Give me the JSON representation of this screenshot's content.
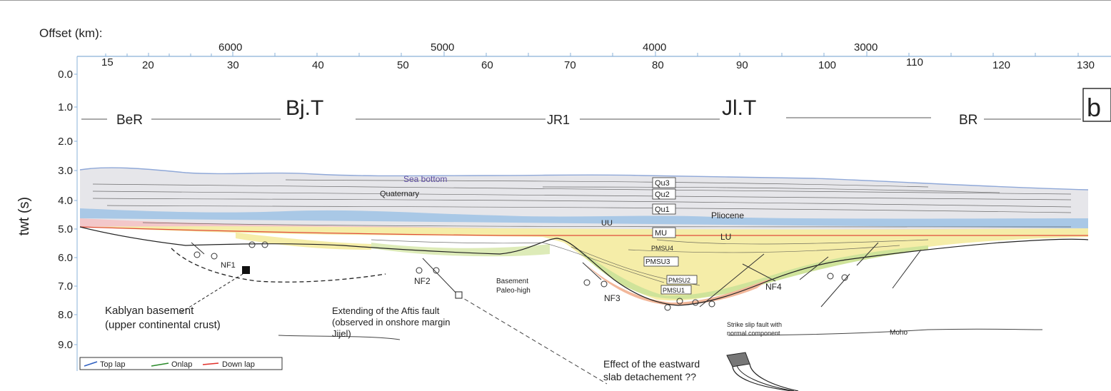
{
  "offset_label": "Offset (km):",
  "offset_ticks": [
    "6000",
    "5000",
    "4000",
    "3000"
  ],
  "km_ticks": [
    "15",
    "20",
    "30",
    "40",
    "50",
    "60",
    "70",
    "80",
    "90",
    "100",
    "110",
    "120",
    "130"
  ],
  "twt_ticks": [
    "0.0",
    "1.0",
    "2.0",
    "3.0",
    "4.0",
    "5.0",
    "6.0",
    "7.0",
    "8.0",
    "9.0"
  ],
  "y_axis_label": "twt (s)",
  "section_labels": {
    "ber": "BeR",
    "bjt": "Bj.T",
    "jr1": "JR1",
    "jlt": "Jl.T",
    "br": "BR",
    "panel": "b"
  },
  "units": {
    "qu3": "Qu3",
    "qu2": "Qu2",
    "qu1": "Qu1",
    "mu": "MU",
    "pmsu4": "PMSU4",
    "pmsu3": "PMSU3",
    "pmsu2": "PMSU2",
    "pmsu1": "PMSU1",
    "uu": "UU",
    "lu": "LU",
    "pliocene": "Pliocene",
    "quaternary": "Quaternary",
    "sea_bottom": "Sea bottom"
  },
  "faults": {
    "nf1": "NF1",
    "nf2": "NF2",
    "nf3": "NF3",
    "nf4": "NF4"
  },
  "annotations": {
    "kablyan_1": "Kablyan basement",
    "kablyan_2": "(upper continental crust)",
    "aftis_1": "Extending of the Aftis fault",
    "aftis_2": "(observed in onshore margin",
    "aftis_3": "Jijel)",
    "paleo_1": "Basement",
    "paleo_2": "Paleo-high",
    "strike_1": "Strike slip fault with",
    "strike_2": "normal component",
    "moho": "Moho",
    "slab_1": "Effect of the eastward",
    "slab_2": "slab  detachement ??"
  },
  "legend": {
    "toplap": "Top lap",
    "onlap": "Onlap",
    "downlap": "Down lap",
    "colors": {
      "toplap": "#3060c0",
      "onlap": "#2a8a2a",
      "downlap": "#e0302a"
    }
  },
  "layer_colors": {
    "quaternary": "#e6e6ea",
    "sea_bottom_line": "#8fa8d8",
    "uu_band": "#a9c8e6",
    "pink_band": "#f3c7c9",
    "red_line": "#e04c3a",
    "yellow": "#f5eda8",
    "green": "#cfe39a",
    "salmon": "#f2b79a",
    "quaternary_label": "#5a4aa0"
  }
}
